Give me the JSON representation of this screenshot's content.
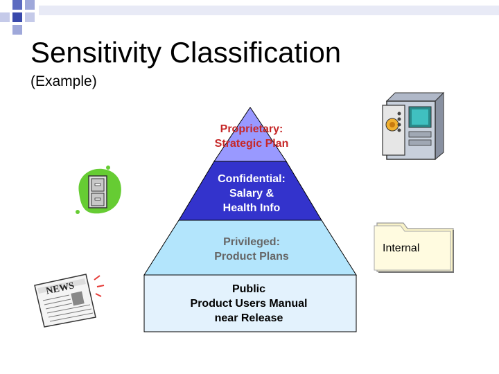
{
  "slide": {
    "title": "Sensitivity Classification",
    "subtitle": "(Example)"
  },
  "pyramid": {
    "tiers": [
      {
        "lines": [
          "Proprietary:",
          "Strategic Plan"
        ],
        "color": "#9999ff"
      },
      {
        "lines": [
          "Confidential:",
          "Salary &",
          "Health Info"
        ],
        "color": "#3333cc"
      },
      {
        "lines": [
          "Privileged:",
          "Product Plans"
        ],
        "color": "#b3e5fc"
      },
      {
        "lines": [
          "Public",
          "Product Users Manual",
          "near Release"
        ],
        "color": "#e3f2fd"
      }
    ]
  },
  "side_items": {
    "folder_label": "Internal",
    "icons": [
      "file-cabinet-icon",
      "safe-icon",
      "newspaper-icon",
      "folder-icon"
    ]
  }
}
